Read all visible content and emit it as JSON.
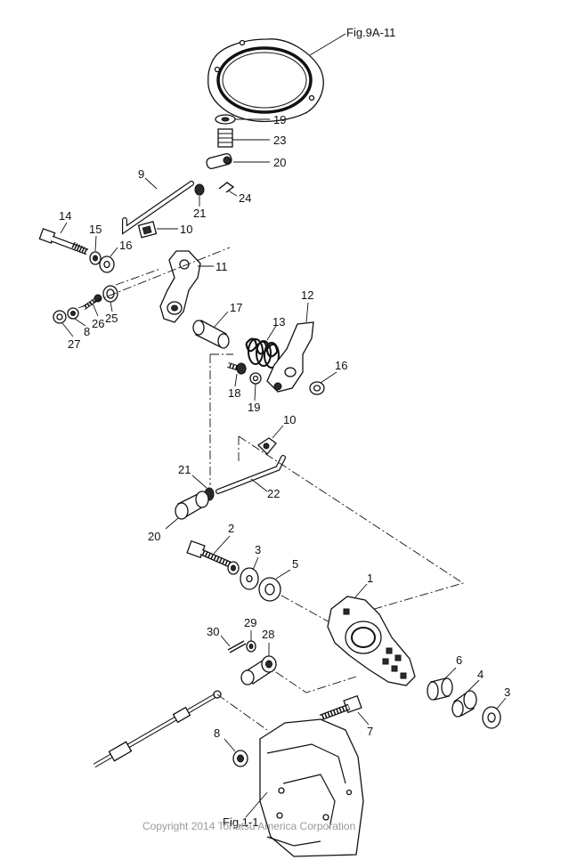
{
  "figure_refs": {
    "top": "Fig.9A-11",
    "bottom": "Fig.1-1"
  },
  "callouts": [
    {
      "id": "c19a",
      "text": "19"
    },
    {
      "id": "c23",
      "text": "23"
    },
    {
      "id": "c20a",
      "text": "20"
    },
    {
      "id": "c9",
      "text": "9"
    },
    {
      "id": "c21a",
      "text": "21"
    },
    {
      "id": "c24",
      "text": "24"
    },
    {
      "id": "c14",
      "text": "14"
    },
    {
      "id": "c15",
      "text": "15"
    },
    {
      "id": "c10a",
      "text": "10"
    },
    {
      "id": "c16a",
      "text": "16"
    },
    {
      "id": "c11",
      "text": "11"
    },
    {
      "id": "c12",
      "text": "12"
    },
    {
      "id": "c25",
      "text": "25"
    },
    {
      "id": "c17",
      "text": "17"
    },
    {
      "id": "c26",
      "text": "26"
    },
    {
      "id": "c8a",
      "text": "8"
    },
    {
      "id": "c27",
      "text": "27"
    },
    {
      "id": "c13",
      "text": "13"
    },
    {
      "id": "c16b",
      "text": "16"
    },
    {
      "id": "c18",
      "text": "18"
    },
    {
      "id": "c19b",
      "text": "19"
    },
    {
      "id": "c10b",
      "text": "10"
    },
    {
      "id": "c21b",
      "text": "21"
    },
    {
      "id": "c22",
      "text": "22"
    },
    {
      "id": "c20b",
      "text": "20"
    },
    {
      "id": "c2",
      "text": "2"
    },
    {
      "id": "c3a",
      "text": "3"
    },
    {
      "id": "c5",
      "text": "5"
    },
    {
      "id": "c1",
      "text": "1"
    },
    {
      "id": "c30",
      "text": "30"
    },
    {
      "id": "c29",
      "text": "29"
    },
    {
      "id": "c28",
      "text": "28"
    },
    {
      "id": "c6",
      "text": "6"
    },
    {
      "id": "c4",
      "text": "4"
    },
    {
      "id": "c3b",
      "text": "3"
    },
    {
      "id": "c7",
      "text": "7"
    },
    {
      "id": "c8b",
      "text": "8"
    }
  ],
  "watermark": "Copyright 2014 Tohatsu America Corporation"
}
